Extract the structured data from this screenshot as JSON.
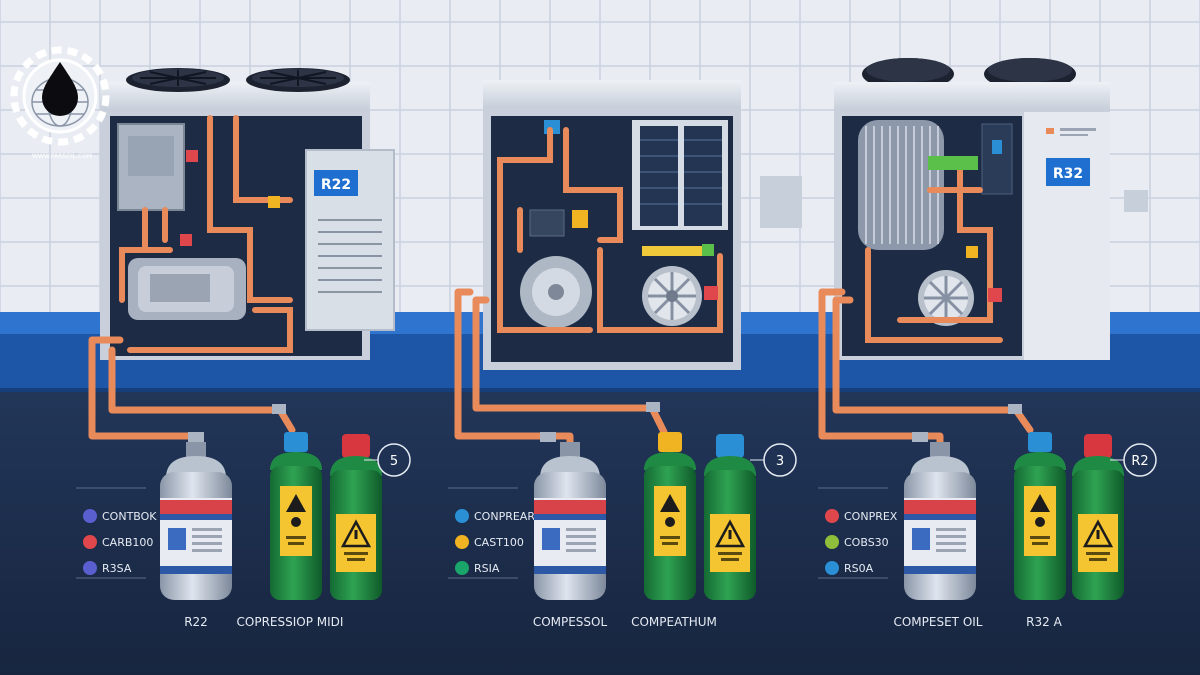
{
  "colors": {
    "wall": "#e9edf3",
    "tile_line": "#c9d2df",
    "floor": "#1f3150",
    "counter_blue": "#1f5fb5",
    "pipe": "#e88a5a",
    "unit_body": "#d7dde6",
    "unit_inner": "#1d2b45"
  },
  "logo": {
    "icon": "oil-drop-gear-icon",
    "url_text": "WWW.PARSOIL.COM"
  },
  "units": [
    {
      "label": "R22",
      "fans": 2
    },
    {
      "label": "",
      "fans": 0
    },
    {
      "label": "R32",
      "fans": 2
    }
  ],
  "groups": [
    {
      "badge": "5",
      "legend": [
        {
          "text": "CONTBOK",
          "color": "#5a5fd0"
        },
        {
          "text": "CARB100",
          "color": "#e0474c"
        },
        {
          "text": "R3SA",
          "color": "#5a5fd0"
        }
      ],
      "can_label": "R22",
      "bottle_label": "COPRESSIOP MIDI"
    },
    {
      "badge": "3",
      "legend": [
        {
          "text": "CONPREAR",
          "color": "#2a8fd4"
        },
        {
          "text": "CAST100",
          "color": "#f0b321"
        },
        {
          "text": "RSIA",
          "color": "#1aa56b"
        }
      ],
      "can_label": "COMPESSOL",
      "bottle_label": "COMPEATHUM"
    },
    {
      "badge": "R2",
      "legend": [
        {
          "text": "CONPREX",
          "color": "#e0474c"
        },
        {
          "text": "COBS30",
          "color": "#8fbf3a"
        },
        {
          "text": "RS0A",
          "color": "#2a8fd4"
        }
      ],
      "can_label": "COMPESET OIL",
      "bottle_label": "R32 A"
    }
  ]
}
